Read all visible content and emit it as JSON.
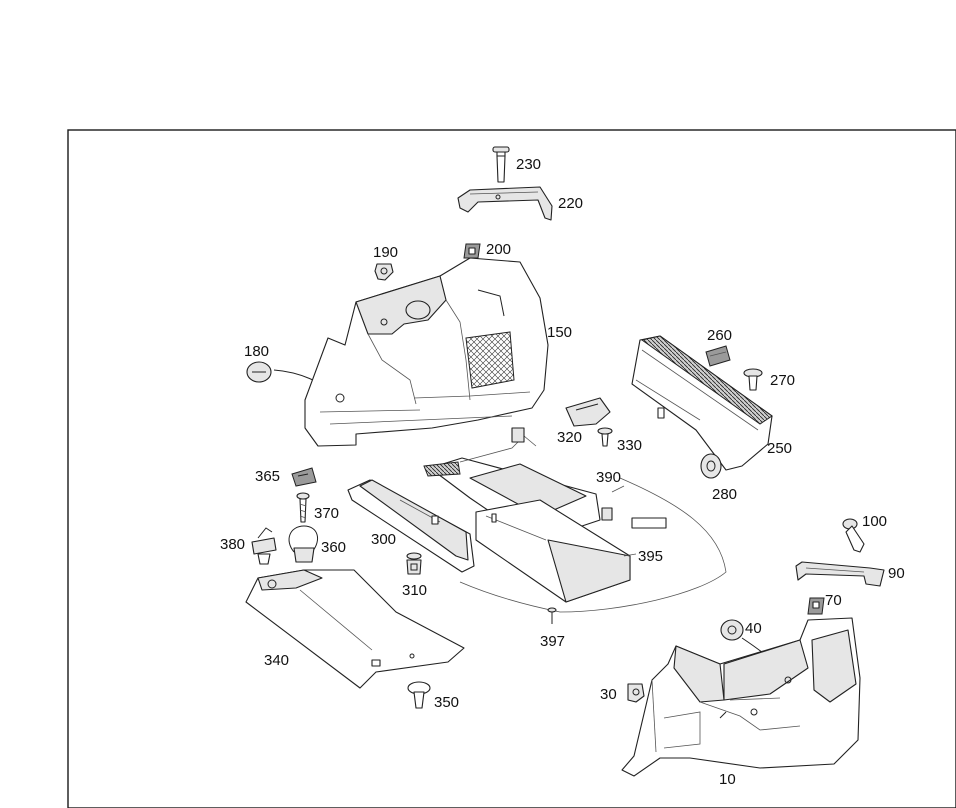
{
  "part_labels": {
    "p10": "10",
    "p30": "30",
    "p40": "40",
    "p70": "70",
    "p90": "90",
    "p100": "100",
    "p150": "150",
    "p180": "180",
    "p190": "190",
    "p200": "200",
    "p220": "220",
    "p230": "230",
    "p250": "250",
    "p260": "260",
    "p270": "270",
    "p280": "280",
    "p300": "300",
    "p310": "310",
    "p320": "320",
    "p330": "330",
    "p340": "340",
    "p350": "350",
    "p360": "360",
    "p365": "365",
    "p370": "370",
    "p380": "380",
    "p390": "390",
    "p395": "395",
    "p397": "397"
  }
}
